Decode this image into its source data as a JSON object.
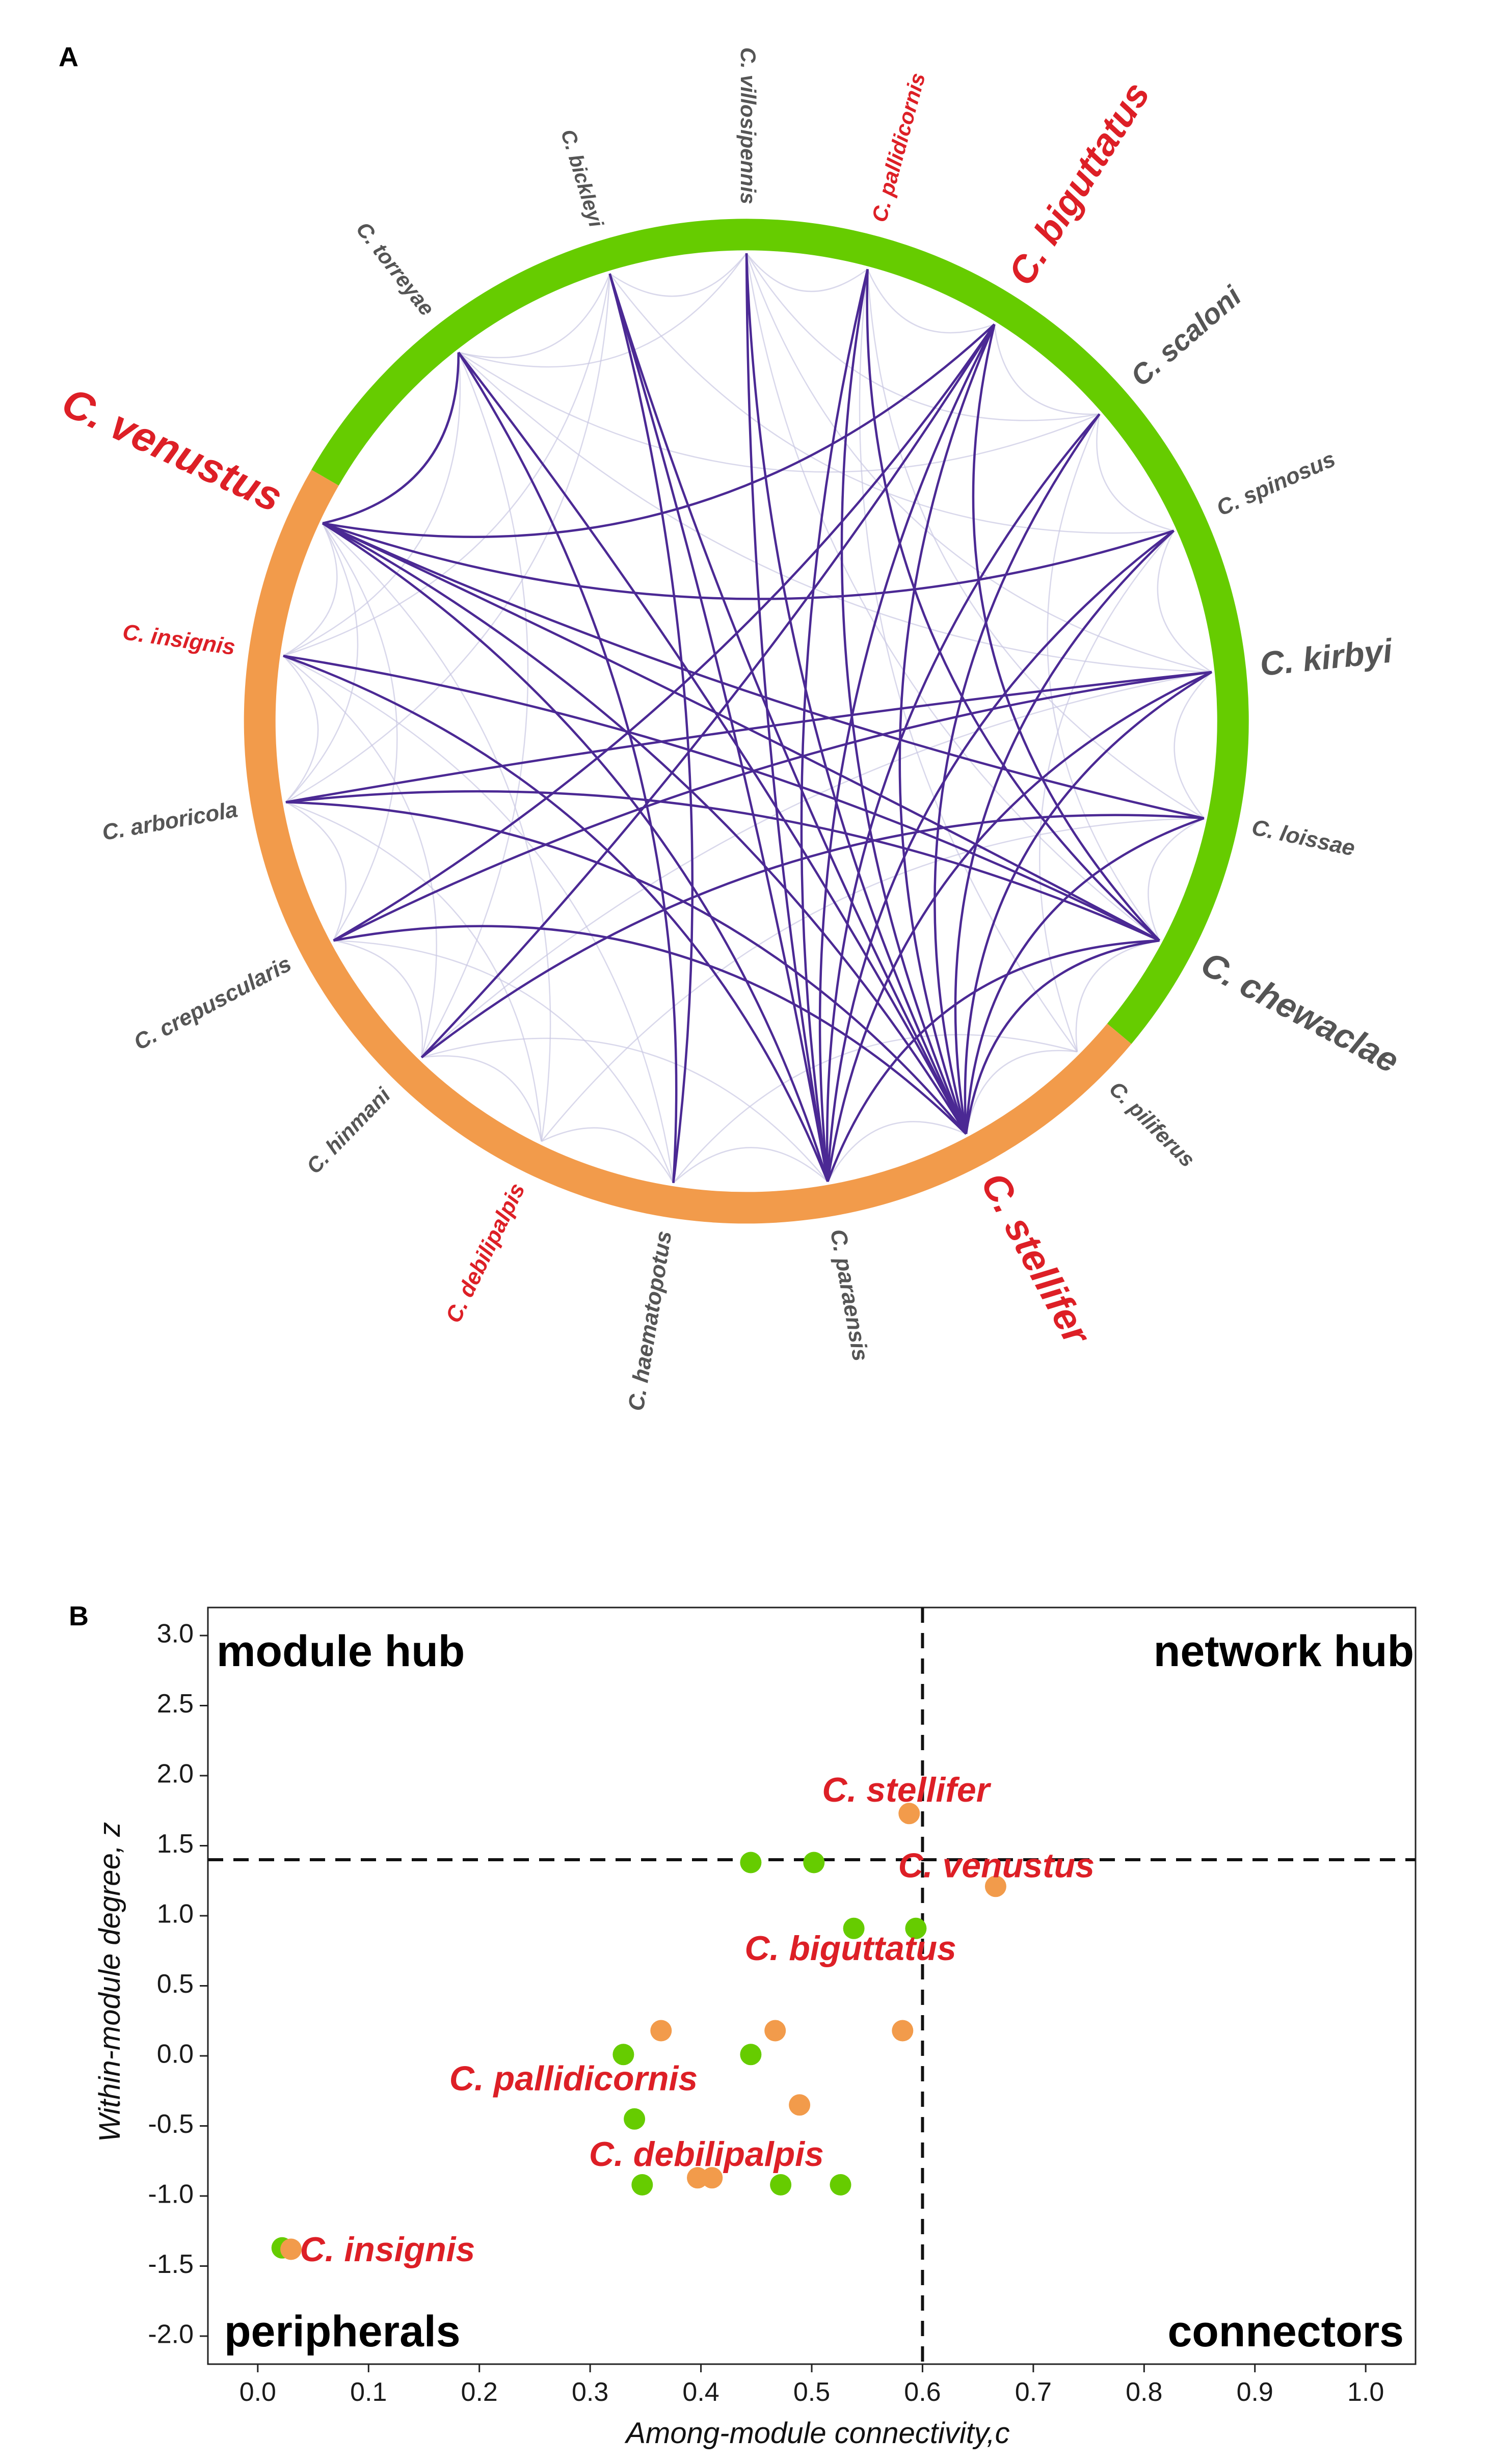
{
  "chart_data": [
    {
      "panel": "A",
      "type": "chord",
      "ring_modules": [
        {
          "color": "#66cc00",
          "start_deg": 210,
          "end_deg": 400
        },
        {
          "color": "#f29b4b",
          "start_deg": 40,
          "end_deg": 210
        }
      ],
      "nodes": [
        {
          "id": "bickleyi",
          "label": "C. bickleyi",
          "angle": 253,
          "color": "#555555",
          "size": 40
        },
        {
          "id": "villosipennis",
          "label": "C. villosipennis",
          "angle": 270,
          "color": "#555555",
          "size": 42
        },
        {
          "id": "pallidicornis",
          "label": "C. pallidicornis",
          "angle": 285,
          "color": "#dd1f26",
          "size": 42
        },
        {
          "id": "biguttatus",
          "label": "C. biguttatus",
          "angle": 302,
          "color": "#dd1f26",
          "size": 74
        },
        {
          "id": "scaloni",
          "label": "C. scaloni",
          "angle": 319,
          "color": "#555555",
          "size": 56
        },
        {
          "id": "spinosus",
          "label": "C. spinosus",
          "angle": 336,
          "color": "#555555",
          "size": 44
        },
        {
          "id": "kirbyi",
          "label": "C. kirbyi",
          "angle": 354,
          "color": "#555555",
          "size": 66
        },
        {
          "id": "loissae",
          "label": "C. loissae",
          "angle": 12,
          "color": "#555555",
          "size": 44
        },
        {
          "id": "chewaclae",
          "label": "C. chewaclae",
          "angle": 28,
          "color": "#555555",
          "size": 68
        },
        {
          "id": "piliferus",
          "label": "C. piliferus",
          "angle": 45,
          "color": "#555555",
          "size": 42
        },
        {
          "id": "stellifer",
          "label": "C. stellifer",
          "angle": 62,
          "color": "#dd1f26",
          "size": 76
        },
        {
          "id": "paraensis",
          "label": "C. paraensis",
          "angle": 80,
          "color": "#555555",
          "size": 44
        },
        {
          "id": "haematopotus",
          "label": "C. haematopotus",
          "angle": 99,
          "color": "#555555",
          "size": 44
        },
        {
          "id": "debilipalpis",
          "label": "C. debilipalpis",
          "angle": 116,
          "color": "#dd1f26",
          "size": 44
        },
        {
          "id": "hinmani",
          "label": "C. hinmani",
          "angle": 134,
          "color": "#555555",
          "size": 42
        },
        {
          "id": "crepuscularis",
          "label": "C. crepuscularis",
          "angle": 152,
          "color": "#555555",
          "size": 44
        },
        {
          "id": "arboricola",
          "label": "C. arboricola",
          "angle": 170,
          "color": "#555555",
          "size": 44
        },
        {
          "id": "insignis",
          "label": "C. insignis",
          "angle": 188,
          "color": "#dd1f26",
          "size": 44
        },
        {
          "id": "venustus",
          "label": "C. venustus",
          "angle": 205,
          "color": "#dd1f26",
          "size": 82
        },
        {
          "id": "torreyae",
          "label": "C. torreyae",
          "angle": 232,
          "color": "#555555",
          "size": 42
        }
      ],
      "strong_links": [
        [
          "venustus",
          "torreyae"
        ],
        [
          "venustus",
          "biguttatus"
        ],
        [
          "venustus",
          "spinosus"
        ],
        [
          "venustus",
          "loissae"
        ],
        [
          "venustus",
          "chewaclae"
        ],
        [
          "venustus",
          "paraensis"
        ],
        [
          "venustus",
          "stellifer"
        ],
        [
          "torreyae",
          "stellifer"
        ],
        [
          "torreyae",
          "haematopotus"
        ],
        [
          "bickleyi",
          "haematopotus"
        ],
        [
          "bickleyi",
          "stellifer"
        ],
        [
          "bickleyi",
          "paraensis"
        ],
        [
          "villosipennis",
          "paraensis"
        ],
        [
          "villosipennis",
          "stellifer"
        ],
        [
          "pallidicornis",
          "paraensis"
        ],
        [
          "pallidicornis",
          "stellifer"
        ],
        [
          "biguttatus",
          "paraensis"
        ],
        [
          "biguttatus",
          "stellifer"
        ],
        [
          "biguttatus",
          "hinmani"
        ],
        [
          "biguttatus",
          "crepuscularis"
        ],
        [
          "scaloni",
          "paraensis"
        ],
        [
          "scaloni",
          "stellifer"
        ],
        [
          "spinosus",
          "paraensis"
        ],
        [
          "spinosus",
          "stellifer"
        ],
        [
          "kirbyi",
          "paraensis"
        ],
        [
          "kirbyi",
          "stellifer"
        ],
        [
          "kirbyi",
          "crepuscularis"
        ],
        [
          "kirbyi",
          "arboricola"
        ],
        [
          "loissae",
          "hinmani"
        ],
        [
          "loissae",
          "stellifer"
        ],
        [
          "chewaclae",
          "pallidicornis"
        ],
        [
          "chewaclae",
          "biguttatus"
        ],
        [
          "chewaclae",
          "paraensis"
        ],
        [
          "chewaclae",
          "stellifer"
        ],
        [
          "chewaclae",
          "arboricola"
        ],
        [
          "chewaclae",
          "insignis"
        ],
        [
          "crepuscularis",
          "stellifer"
        ],
        [
          "arboricola",
          "stellifer"
        ],
        [
          "insignis",
          "paraensis"
        ]
      ],
      "weak_links": [
        [
          "torreyae",
          "bickleyi"
        ],
        [
          "torreyae",
          "villosipennis"
        ],
        [
          "bickleyi",
          "villosipennis"
        ],
        [
          "villosipennis",
          "pallidicornis"
        ],
        [
          "villosipennis",
          "scaloni"
        ],
        [
          "pallidicornis",
          "biguttatus"
        ],
        [
          "biguttatus",
          "scaloni"
        ],
        [
          "scaloni",
          "spinosus"
        ],
        [
          "spinosus",
          "kirbyi"
        ],
        [
          "kirbyi",
          "loissae"
        ],
        [
          "loissae",
          "chewaclae"
        ],
        [
          "chewaclae",
          "piliferus"
        ],
        [
          "piliferus",
          "stellifer"
        ],
        [
          "stellifer",
          "paraensis"
        ],
        [
          "paraensis",
          "haematopotus"
        ],
        [
          "haematopotus",
          "debilipalpis"
        ],
        [
          "debilipalpis",
          "hinmani"
        ],
        [
          "hinmani",
          "crepuscularis"
        ],
        [
          "crepuscularis",
          "arboricola"
        ],
        [
          "arboricola",
          "insignis"
        ],
        [
          "insignis",
          "venustus"
        ],
        [
          "venustus",
          "arboricola"
        ],
        [
          "torreyae",
          "scaloni"
        ],
        [
          "bickleyi",
          "spinosus"
        ],
        [
          "villosipennis",
          "kirbyi"
        ],
        [
          "pallidicornis",
          "loissae"
        ],
        [
          "scaloni",
          "chewaclae"
        ],
        [
          "spinosus",
          "piliferus"
        ],
        [
          "kirbyi",
          "hinmani"
        ],
        [
          "loissae",
          "debilipalpis"
        ],
        [
          "piliferus",
          "haematopotus"
        ],
        [
          "haematopotus",
          "insignis"
        ],
        [
          "debilipalpis",
          "arboricola"
        ],
        [
          "hinmani",
          "insignis"
        ],
        [
          "crepuscularis",
          "venustus"
        ],
        [
          "insignis",
          "torreyae"
        ],
        [
          "arboricola",
          "bickleyi"
        ],
        [
          "torreyae",
          "kirbyi"
        ],
        [
          "villosipennis",
          "chewaclae"
        ],
        [
          "pallidicornis",
          "piliferus"
        ],
        [
          "debilipalpis",
          "venustus"
        ],
        [
          "hinmani",
          "torreyae"
        ],
        [
          "haematopotus",
          "crepuscularis"
        ],
        [
          "paraensis",
          "hinmani"
        ],
        [
          "insignis",
          "bickleyi"
        ]
      ],
      "strong_link_color": "#4b2994",
      "weak_link_color": "#c9c8e3"
    },
    {
      "panel": "B",
      "type": "scatter",
      "xlabel": "Among-module connectivity,c",
      "ylabel": "Within-module degree, z",
      "xlim": [
        -0.045,
        1.045
      ],
      "ylim": [
        -2.2,
        3.2
      ],
      "xticks": [
        0.0,
        0.1,
        0.2,
        0.3,
        0.4,
        0.5,
        0.6,
        0.7,
        0.8,
        0.9,
        1.0
      ],
      "xtick_labels": [
        "0.0",
        "0.1",
        "0.2",
        "0.3",
        "0.4",
        "0.5",
        "0.6",
        "0.7",
        "0.8",
        "0.9",
        "1.0"
      ],
      "yticks": [
        3.0,
        2.5,
        2.0,
        1.5,
        1.0,
        0.5,
        0.0,
        -0.5,
        -1.0,
        -1.5,
        -2.0
      ],
      "ytick_labels": [
        "3.0",
        "2.5",
        "2.0",
        "1.5",
        "1.0",
        "0.5",
        "0.0",
        "-0.5",
        "-1.0",
        "-1.5",
        "-2.0"
      ],
      "thresholds": {
        "x": 0.6,
        "y": 1.4
      },
      "quadrant_labels": {
        "top_left": "module hub",
        "top_right": "network hub",
        "bottom_left": "peripherals",
        "bottom_right": "connectors"
      },
      "series": [
        {
          "color": "#66cc00",
          "points": [
            {
              "x": 0.445,
              "y": 1.38
            },
            {
              "x": 0.502,
              "y": 1.38
            },
            {
              "x": 0.538,
              "y": 0.91
            },
            {
              "x": 0.594,
              "y": 0.91
            },
            {
              "x": 0.33,
              "y": 0.01
            },
            {
              "x": 0.445,
              "y": 0.01
            },
            {
              "x": 0.34,
              "y": -0.45
            },
            {
              "x": 0.347,
              "y": -0.92
            },
            {
              "x": 0.472,
              "y": -0.92
            },
            {
              "x": 0.526,
              "y": -0.92
            },
            {
              "x": 0.022,
              "y": -1.37
            }
          ]
        },
        {
          "color": "#f29b4b",
          "points": [
            {
              "x": 0.588,
              "y": 1.73
            },
            {
              "x": 0.666,
              "y": 1.21
            },
            {
              "x": 0.364,
              "y": 0.18
            },
            {
              "x": 0.467,
              "y": 0.18
            },
            {
              "x": 0.582,
              "y": 0.18
            },
            {
              "x": 0.489,
              "y": -0.35
            },
            {
              "x": 0.397,
              "y": -0.87
            },
            {
              "x": 0.41,
              "y": -0.87
            },
            {
              "x": 0.03,
              "y": -1.38
            }
          ]
        }
      ],
      "annotations": [
        {
          "text": "C. stellifer",
          "x": 0.585,
          "y": 1.88,
          "anchor": "middle"
        },
        {
          "text": "C. venustus",
          "x": 0.578,
          "y": 1.34,
          "anchor": "start"
        },
        {
          "text": "C. biguttatus",
          "x": 0.535,
          "y": 0.75,
          "anchor": "middle"
        },
        {
          "text": "C. pallidicornis",
          "x": 0.285,
          "y": -0.18,
          "anchor": "middle"
        },
        {
          "text": "C. debilipalpis",
          "x": 0.405,
          "y": -0.72,
          "anchor": "middle"
        },
        {
          "text": "C. insignis",
          "x": 0.038,
          "y": -1.4,
          "anchor": "start"
        }
      ],
      "annotation_color": "#dd1f26"
    }
  ]
}
